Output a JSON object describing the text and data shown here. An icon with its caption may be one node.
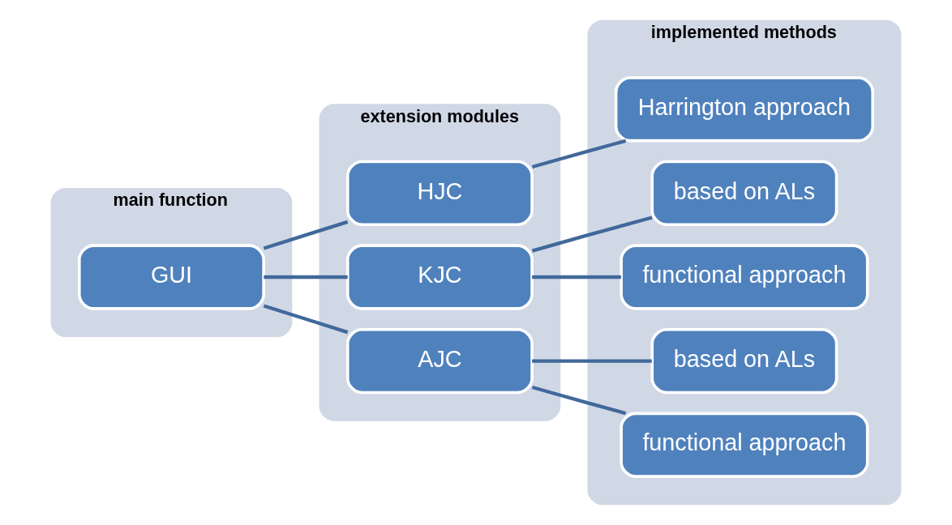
{
  "diagram": {
    "nodes": [
      {
        "text": [
          "main function"
        ]
      },
      {
        "text": [
          "GUI"
        ],
        "in": 0
      },
      {
        "text": [
          "extension modules"
        ]
      },
      {
        "text": [
          "HJC"
        ],
        "in": 2
      },
      {
        "text": [
          "KJC"
        ],
        "in": 2
      },
      {
        "text": [
          "AJC"
        ],
        "in": 2
      },
      {
        "text": [
          "implemented methods"
        ]
      },
      {
        "text": [
          "Harrington approach"
        ],
        "in": 6
      },
      {
        "text": [
          "based on ALs"
        ],
        "in": 6
      },
      {
        "text": [
          "functional approach"
        ],
        "in": 6
      },
      {
        "text": [
          "based on ALs"
        ],
        "in": 6
      },
      {
        "text": [
          "functional approach"
        ],
        "in": 6
      }
    ],
    "edges": [
      {
        "from": 1,
        "to": 3,
        "arrow": "none"
      },
      {
        "from": 1,
        "to": 4,
        "arrow": "none"
      },
      {
        "from": 1,
        "to": 5,
        "arrow": "none"
      },
      {
        "from": 3,
        "to": 7,
        "arrow": "none"
      },
      {
        "from": 4,
        "to": 8,
        "arrow": "none"
      },
      {
        "from": 4,
        "to": 9,
        "arrow": "none"
      },
      {
        "from": 5,
        "to": 10,
        "arrow": "none"
      },
      {
        "from": 5,
        "to": 11,
        "arrow": "none"
      }
    ]
  }
}
